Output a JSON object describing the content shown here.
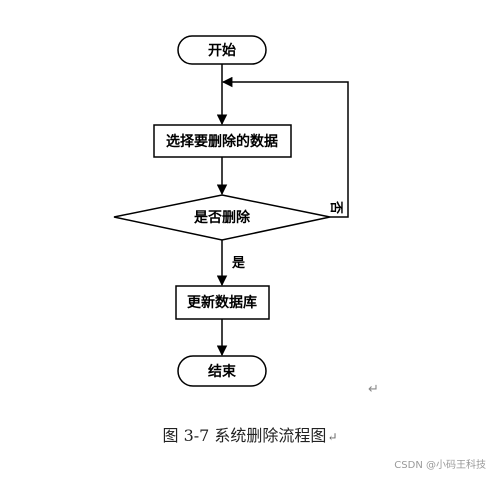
{
  "diagram": {
    "start_label": "开始",
    "select_label": "选择要删除的数据",
    "decision_label": "是否删除",
    "update_label": "更新数据库",
    "end_label": "结束",
    "yes_label": "是",
    "no_label": "否"
  },
  "caption": {
    "text": "图 3-7 系统删除流程图",
    "return_glyph": "↵"
  },
  "stray_return_glyph": "↵",
  "watermark": "CSDN @小码王科技"
}
